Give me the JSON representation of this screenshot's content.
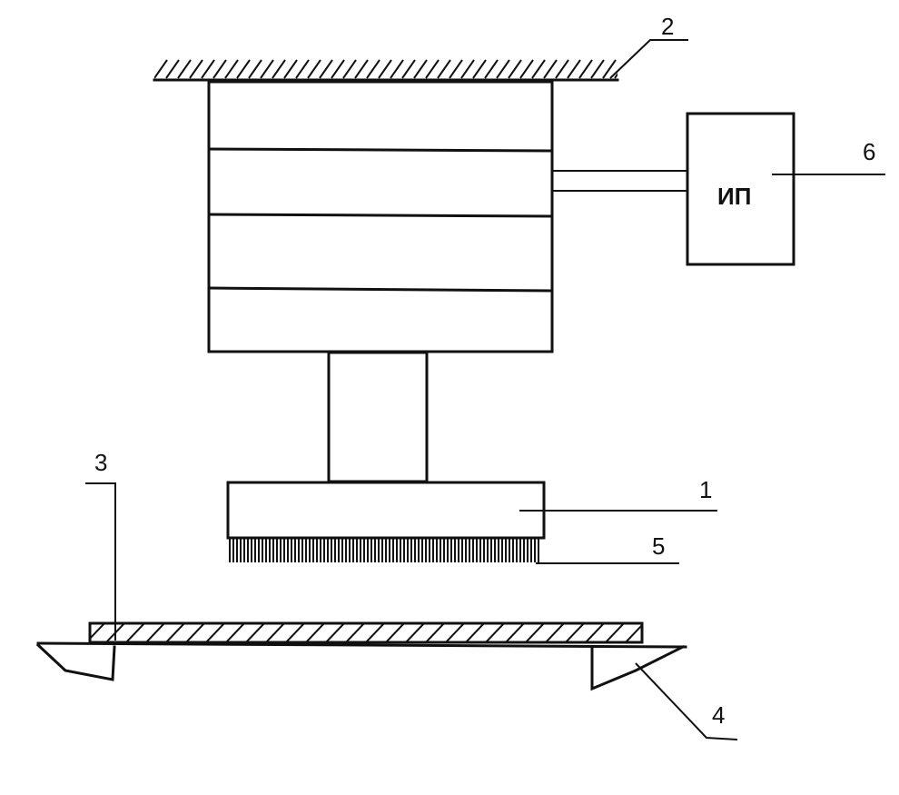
{
  "diagram": {
    "labels": {
      "support": "2",
      "power_supply_line": "6",
      "tip_holder": "1",
      "tips": "5",
      "sample": "3",
      "stage": "4"
    },
    "power_supply_box": "ИП"
  }
}
